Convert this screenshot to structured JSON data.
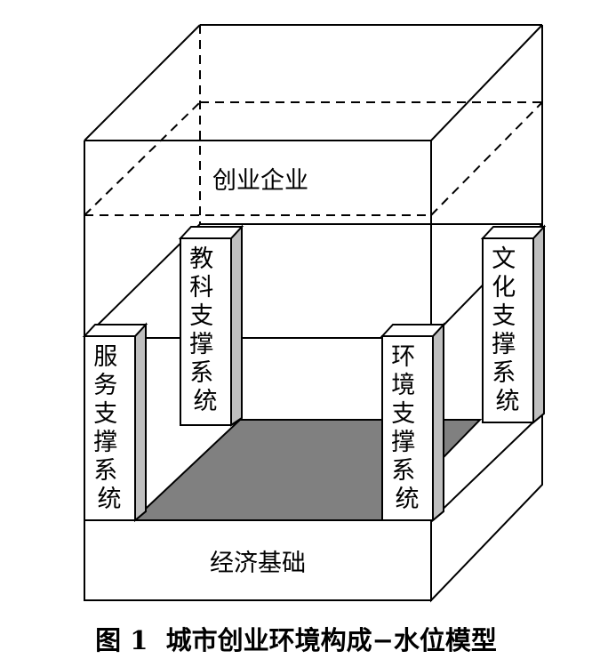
{
  "top_label": "创业企业",
  "pillars": {
    "front_left": "服务支撑系统",
    "back_left": "教科支撑系统",
    "front_right": "环境支撑系统",
    "back_right": "文化支撑系统"
  },
  "base_label": "经济基础",
  "caption": "图 1  城市创业环境构成−水位模型",
  "colors": {
    "line": "#000000",
    "floor": "#7f7f7f",
    "pillar_face": "#ffffff",
    "pillar_side": "#bfbfbf"
  }
}
